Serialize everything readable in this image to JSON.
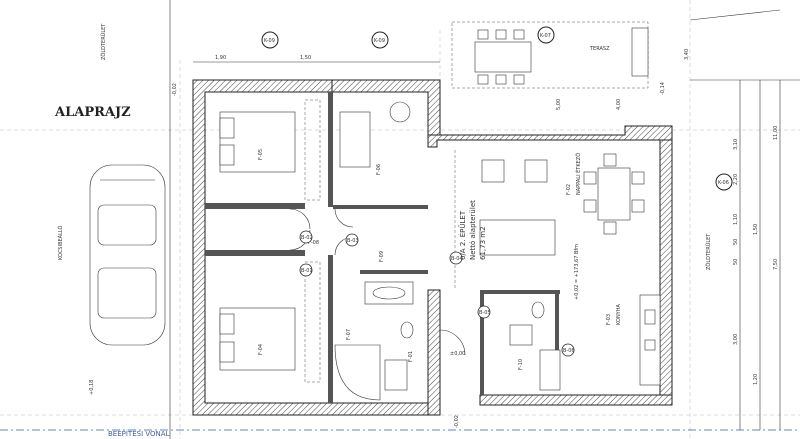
{
  "title": "ALAPRAJZ",
  "labels": {
    "green_left": "ZÖLDTERÜLET",
    "green_right": "ZÖLDTERÜLET",
    "building_line": "BEÉPÍTÉSI VONAL",
    "building": "6/A 2. ÉPÜLET",
    "net_area": "Nettó alapterület",
    "net_area_value": "61,73 m2",
    "parking": "KOCSIBEÁLLÓ",
    "terrace": "TERASZ",
    "living": "NAPPALI ÉTKEZŐ",
    "kitchen": "KONYHA",
    "level_floor": "+0,02 = +173,67 Bfm",
    "level_zero": "±0,00",
    "level_right": "-0,14",
    "level_left": "-0,02",
    "level_bottom": "-0,02",
    "level_pk": "+0,18",
    "room_f01": "F-01",
    "room_f02": "F-02",
    "room_f03": "F-03",
    "room_f04": "F-04",
    "room_f05": "F-05",
    "room_f06": "F-06",
    "room_f07": "F-07",
    "room_f08": "F-08",
    "room_f09": "F-09",
    "room_f10": "F-10"
  },
  "markers": [
    "K-09",
    "K-09",
    "K-07",
    "K-06",
    "B-01",
    "B-02",
    "B-03",
    "B-04",
    "B-05",
    "B-06"
  ],
  "dimensions": {
    "right_col": [
      "3,10",
      "2,20",
      "1,10",
      "50",
      "50",
      "1,50",
      "7,50",
      "3,00",
      "1,20",
      "11,00"
    ],
    "top_row": [
      "1,90",
      "1,50",
      "5,00",
      "4,00",
      "3,40"
    ]
  }
}
